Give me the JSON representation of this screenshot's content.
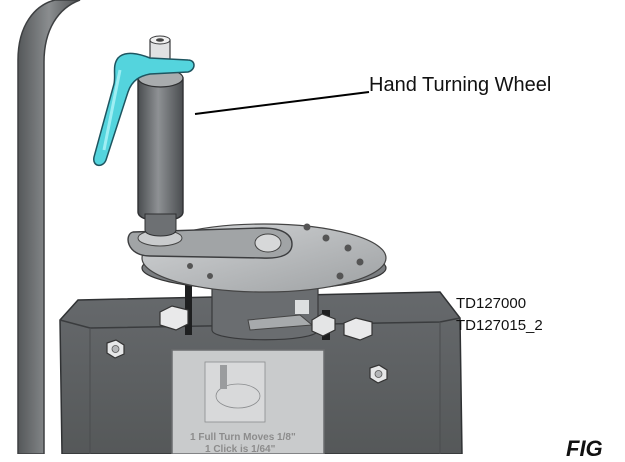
{
  "callout": {
    "label": "Hand Turning Wheel"
  },
  "part_codes": [
    "TD127000",
    "TD127015_2"
  ],
  "figure_label": "FIG",
  "instruction_plate": {
    "line1": "1 Full Turn Moves 1/8\"",
    "line2": "1 Click is 1/64\""
  },
  "colors": {
    "lever_handle": "#4fd3dc",
    "frame": "#6f7274",
    "housing": "#5d6063",
    "disc": "#b9bcbe",
    "background": "#ffffff"
  },
  "icons": [
    "hex-bolt-icon",
    "lever-handle-icon"
  ]
}
